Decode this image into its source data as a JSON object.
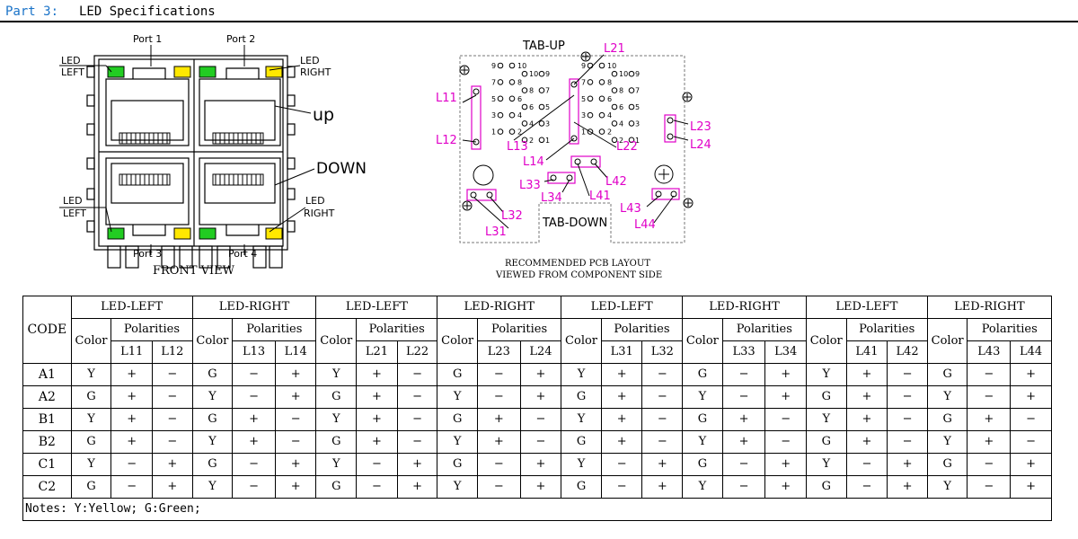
{
  "header": {
    "part_label": "Part 3:",
    "title": "LED Specifications"
  },
  "front_view": {
    "port1": "Port 1",
    "port2": "Port 2",
    "port3": "Port 3",
    "port4": "Port 4",
    "led_left_top": [
      "LED",
      "LEFT"
    ],
    "led_right_top": [
      "LED",
      "RIGHT"
    ],
    "led_left_bottom": [
      "LED",
      "LEFT"
    ],
    "led_right_bottom": [
      "LED",
      "RIGHT"
    ],
    "up": "up",
    "down": "DOWN",
    "caption": "FRONT VIEW",
    "colors": {
      "green": "#22cc22",
      "yellow": "#ffe800"
    }
  },
  "pcb": {
    "tab_up": "TAB-UP",
    "tab_down": "TAB-DOWN",
    "caption1": "RECOMMENDED PCB LAYOUT",
    "caption2": "VIEWED FROM COMPONENT SIDE",
    "labels": [
      "L11",
      "L12",
      "L13",
      "L14",
      "L21",
      "L22",
      "L23",
      "L24",
      "L31",
      "L32",
      "L33",
      "L34",
      "L41",
      "L42",
      "L43",
      "L44"
    ],
    "pin_left_a": [
      "9",
      "7",
      "5",
      "3",
      "1"
    ],
    "pin_left_b": [
      "10",
      "8",
      "6",
      "4",
      "2"
    ],
    "pin_left_c": [
      "10",
      "8",
      "6",
      "4",
      "2"
    ],
    "pin_left_d": [
      "9",
      "7",
      "5",
      "3",
      "1"
    ],
    "accent": "#e000c8"
  },
  "table": {
    "code_header": "CODE",
    "groups": [
      "LED-LEFT",
      "LED-RIGHT",
      "LED-LEFT",
      "LED-RIGHT",
      "LED-LEFT",
      "LED-RIGHT",
      "LED-LEFT",
      "LED-RIGHT"
    ],
    "color_header": "Color",
    "polarities_header": "Polarities",
    "pins": [
      [
        "L11",
        "L12"
      ],
      [
        "L13",
        "L14"
      ],
      [
        "L21",
        "L22"
      ],
      [
        "L23",
        "L24"
      ],
      [
        "L31",
        "L32"
      ],
      [
        "L33",
        "L34"
      ],
      [
        "L41",
        "L42"
      ],
      [
        "L43",
        "L44"
      ]
    ],
    "rows": [
      {
        "code": "A1",
        "cells": [
          [
            "Y",
            "+",
            "−"
          ],
          [
            "G",
            "−",
            "+"
          ],
          [
            "Y",
            "+",
            "−"
          ],
          [
            "G",
            "−",
            "+"
          ],
          [
            "Y",
            "+",
            "−"
          ],
          [
            "G",
            "−",
            "+"
          ],
          [
            "Y",
            "+",
            "−"
          ],
          [
            "G",
            "−",
            "+"
          ]
        ]
      },
      {
        "code": "A2",
        "cells": [
          [
            "G",
            "+",
            "−"
          ],
          [
            "Y",
            "−",
            "+"
          ],
          [
            "G",
            "+",
            "−"
          ],
          [
            "Y",
            "−",
            "+"
          ],
          [
            "G",
            "+",
            "−"
          ],
          [
            "Y",
            "−",
            "+"
          ],
          [
            "G",
            "+",
            "−"
          ],
          [
            "Y",
            "−",
            "+"
          ]
        ]
      },
      {
        "code": "B1",
        "cells": [
          [
            "Y",
            "+",
            "−"
          ],
          [
            "G",
            "+",
            "−"
          ],
          [
            "Y",
            "+",
            "−"
          ],
          [
            "G",
            "+",
            "−"
          ],
          [
            "Y",
            "+",
            "−"
          ],
          [
            "G",
            "+",
            "−"
          ],
          [
            "Y",
            "+",
            "−"
          ],
          [
            "G",
            "+",
            "−"
          ]
        ]
      },
      {
        "code": "B2",
        "cells": [
          [
            "G",
            "+",
            "−"
          ],
          [
            "Y",
            "+",
            "−"
          ],
          [
            "G",
            "+",
            "−"
          ],
          [
            "Y",
            "+",
            "−"
          ],
          [
            "G",
            "+",
            "−"
          ],
          [
            "Y",
            "+",
            "−"
          ],
          [
            "G",
            "+",
            "−"
          ],
          [
            "Y",
            "+",
            "−"
          ]
        ]
      },
      {
        "code": "C1",
        "cells": [
          [
            "Y",
            "−",
            "+"
          ],
          [
            "G",
            "−",
            "+"
          ],
          [
            "Y",
            "−",
            "+"
          ],
          [
            "G",
            "−",
            "+"
          ],
          [
            "Y",
            "−",
            "+"
          ],
          [
            "G",
            "−",
            "+"
          ],
          [
            "Y",
            "−",
            "+"
          ],
          [
            "G",
            "−",
            "+"
          ]
        ]
      },
      {
        "code": "C2",
        "cells": [
          [
            "G",
            "−",
            "+"
          ],
          [
            "Y",
            "−",
            "+"
          ],
          [
            "G",
            "−",
            "+"
          ],
          [
            "Y",
            "−",
            "+"
          ],
          [
            "G",
            "−",
            "+"
          ],
          [
            "Y",
            "−",
            "+"
          ],
          [
            "G",
            "−",
            "+"
          ],
          [
            "Y",
            "−",
            "+"
          ]
        ]
      }
    ],
    "notes": "Notes:    Y:Yellow;   G:Green;"
  }
}
